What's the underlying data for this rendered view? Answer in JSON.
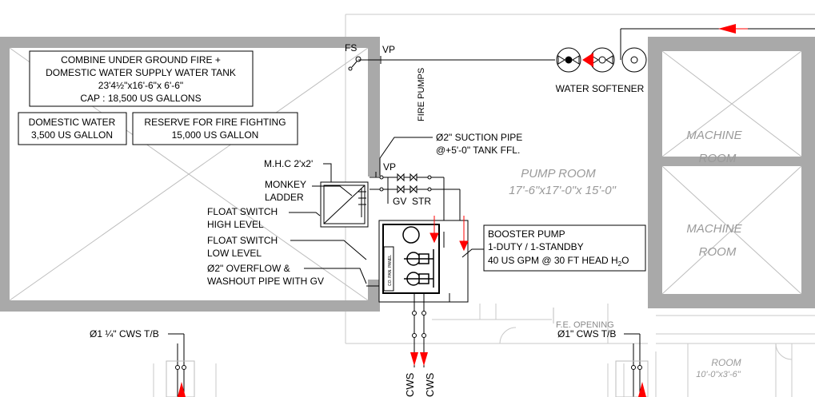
{
  "tank": {
    "title_line1": "COMBINE UNDER GROUND FIRE +",
    "title_line2": "DOMESTIC WATER SUPPLY WATER TANK",
    "dimensions": "23'4½\"x16'-6\"x 6'-6\"",
    "capacity": "CAP : 18,500 US GALLONS",
    "domestic_label": "DOMESTIC WATER",
    "domestic_volume": "3,500 US GALLON",
    "reserve_label": "RESERVE FOR FIRE FIGHTING",
    "reserve_volume": "15,000 US GALLON"
  },
  "callouts": {
    "fs": "FS",
    "vp_top": "VP",
    "vp_mid": "VP",
    "fire_pumps": "FIRE PUMPS",
    "water_softener": "WATER SOFTENER",
    "suction_pipe_1": "Ø2\" SUCTION PIPE",
    "suction_pipe_2": "@+5'-0\" TANK FFL.",
    "mhc": "M.H.C 2'x2'",
    "monkey": "MONKEY",
    "ladder": "LADDER",
    "gv": "GV",
    "str": "STR",
    "float_high_1": "FLOAT SWITCH",
    "float_high_2": "HIGH LEVEL",
    "float_low_1": "FLOAT SWITCH",
    "float_low_2": "LOW LEVEL",
    "overflow_1": "Ø2\" OVERFLOW &",
    "overflow_2": "WASHOUT PIPE WITH GV",
    "booster_1": "BOOSTER PUMP",
    "booster_2": "1-DUTY / 1-STANDBY",
    "booster_3": "40 US GPM @ 30 FT HEAD H",
    "booster_3_sub": "2",
    "booster_3_end": "O",
    "cws_left": "Ø1 ¼\" CWS T/B",
    "cws_right": "Ø1\" CWS T/B",
    "cws_down_1": "CWS",
    "cws_down_2": "CWS",
    "control_panel": "CO. PAN. PANEL"
  },
  "rooms": {
    "pump_room": "PUMP ROOM",
    "pump_room_size": "17'-6\"x17'-0\"x 15'-0\"",
    "machine_1a": "MACHINE",
    "machine_1b": "ROOM",
    "machine_2a": "MACHINE",
    "machine_2b": "ROOM",
    "room_small": "ROOM",
    "room_small_size": "10'-0\"x3'-6\"",
    "fe_opening": "F.E. OPENING"
  },
  "colors": {
    "wall": "#a9a9a9",
    "line": "#000000",
    "arrow": "#ff0000",
    "light": "#bdbdbd"
  }
}
